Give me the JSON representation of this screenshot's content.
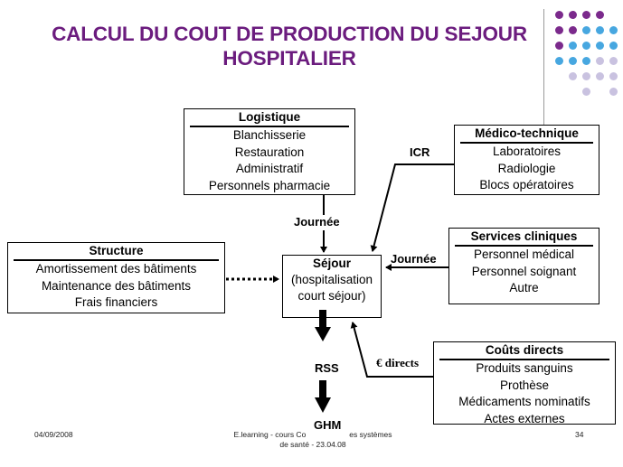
{
  "title": {
    "line1": "CALCUL DU COUT DE PRODUCTION DU SEJOUR",
    "line2": "HOSPITALIER"
  },
  "boxes": {
    "logistique": {
      "header": "Logistique",
      "items": [
        "Blanchisserie",
        "Restauration",
        "Administratif",
        "Personnels pharmacie"
      ]
    },
    "medico": {
      "header": "Médico-technique",
      "items": [
        "Laboratoires",
        "Radiologie",
        "Blocs opératoires"
      ]
    },
    "services": {
      "header": "Services cliniques",
      "items": [
        "Personnel médical",
        "Personnel soignant",
        "Autre"
      ]
    },
    "structure": {
      "header": "Structure",
      "items": [
        "Amortissement des bâtiments",
        "Maintenance des bâtiments",
        "Frais financiers"
      ]
    },
    "couts": {
      "header": "Coûts directs",
      "items": [
        "Produits sanguins",
        "Prothèse",
        "Médicaments nominatifs",
        "Actes externes"
      ]
    },
    "sejour": {
      "header": "Séjour",
      "items": [
        "(hospitalisation",
        "court séjour)"
      ]
    }
  },
  "labels": {
    "icr": "ICR",
    "journee_top": "Journée",
    "journee_right": "Journée",
    "directs": "€ directs",
    "rss": "RSS",
    "ghm": "GHM"
  },
  "footer": {
    "date": "04/09/2008",
    "middle_line1": "E.learning - cours Co",
    "middle_line1_end": "es systèmes",
    "middle_line2": "de santé - 23.04.08",
    "page": "34"
  },
  "colors": {
    "title": "#6b1c7e",
    "dot_purple": "#7b2a8c",
    "dot_blue": "#47a7e0",
    "dot_lavender": "#c9c2e0"
  }
}
